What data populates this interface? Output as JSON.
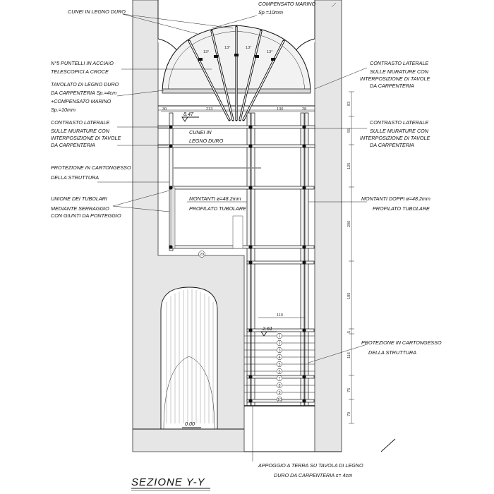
{
  "title": "SEZIONE Y-Y",
  "labels": {
    "cunei_top": "CUNEI IN LEGNO DURO",
    "compensato_1": "COMPENSATO MARINO",
    "compensato_2": "Sp.=10mm",
    "puntelli_1": "N°5 PUNTELLI IN ACCIAIO",
    "puntelli_2": "TELESCOPICI A CROCE",
    "tavolato_1": "TAVOLATO DI LEGNO DURO",
    "tavolato_2": "DA CARPENTERIA Sp.=4cm",
    "tavolato_3": "+COMPENSATO MARINO",
    "tavolato_4": "Sp.=10mm",
    "contrasto_left_1": "CONTRASTO LATERALE",
    "contrasto_left_2": "SULLE MURATURE CON",
    "contrasto_left_3": "INTERPOSIZIONE DI TAVOLE",
    "contrasto_left_4": "DA CARPENTERIA",
    "contrasto_right_top_1": "CONTRASTO LATERALE",
    "contrasto_right_top_2": "SULLE MURATURE CON",
    "contrasto_right_top_3": "INTERPOSIZIONE DI TAVOLE",
    "contrasto_right_top_4": "DA CARPENTERIA",
    "contrasto_right_mid_1": "CONTRASTO LATERALE",
    "contrasto_right_mid_2": "SULLE MURATURE CON",
    "contrasto_right_mid_3": "INTERPOSIZIONE DI TAVOLE",
    "contrasto_right_mid_4": "DA CARPENTERIA",
    "cunei_mid_1": "CUNEI IN",
    "cunei_mid_2": "LEGNO DURO",
    "protezione_left_1": "PROTEZIONE IN CARTONGESSO",
    "protezione_left_2": "DELLA STRUTTURA",
    "unione_1": "UNIONE DEI TUBOLARI",
    "unione_2": "MEDIANTE SERRAGGIO",
    "unione_3": "CON GIUNTI DA PONTEGGIO",
    "montanti_1": "MONTANTI ø=48.2mm",
    "montanti_2": "PROFILATO TUBOLARE",
    "montanti_doppi_1": "MONTANTI DOPPI ø=48.2mm",
    "montanti_doppi_2": "PROFILATO TUBOLARE",
    "protezione_right_1": "PROTEZIONE IN CARTONGESSO",
    "protezione_right_2": "DELLA STRUTTURA",
    "appoggio_1": "APPOGGIO A TERRA SU TAVOLA DI LEGNO",
    "appoggio_2": "DURO DA CARPENTERIA s= 4cm"
  },
  "elevations": {
    "top": "8.47",
    "mid": "2.61",
    "ground": "0.00"
  },
  "angles": [
    "13°",
    "13°",
    "13°",
    "13°"
  ],
  "node_number": "29",
  "dims_horizontal": [
    "30",
    "213",
    "130",
    "28",
    "110"
  ],
  "dims_vertical": [
    "83",
    "55",
    "125",
    "200",
    "185",
    "5",
    "116",
    "75",
    "70"
  ],
  "step_numbers": [
    "1",
    "2",
    "3",
    "4",
    "5",
    "6",
    "7",
    "8",
    "9",
    "10"
  ]
}
